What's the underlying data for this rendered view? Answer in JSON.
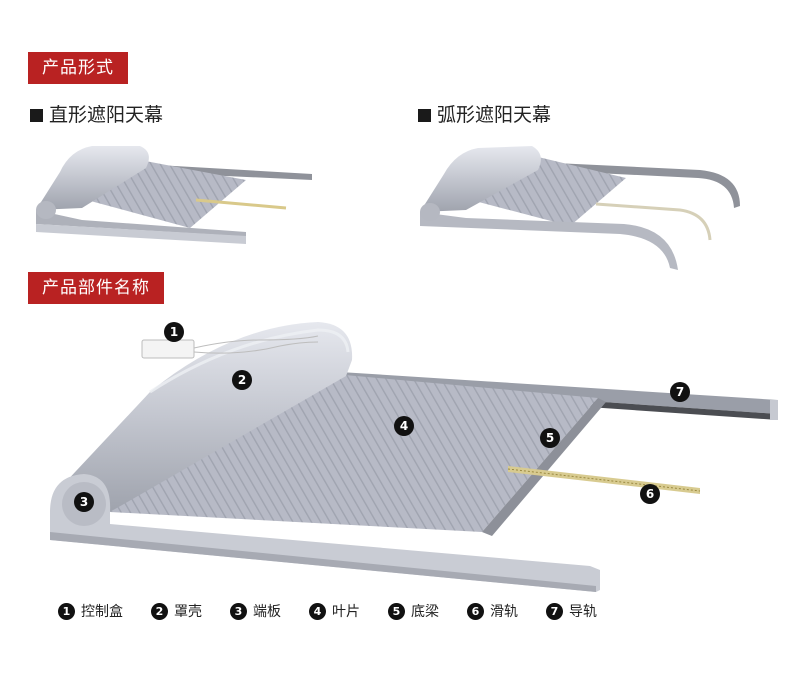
{
  "sections": {
    "forms_title": "产品形式",
    "parts_title": "产品部件名称"
  },
  "forms": {
    "straight": "直形遮阳天幕",
    "curved": "弧形遮阳天幕"
  },
  "parts": [
    {
      "num": "1",
      "label": "控制盒"
    },
    {
      "num": "2",
      "label": "罩壳"
    },
    {
      "num": "3",
      "label": "端板"
    },
    {
      "num": "4",
      "label": "叶片"
    },
    {
      "num": "5",
      "label": "底梁"
    },
    {
      "num": "6",
      "label": "滑轨"
    },
    {
      "num": "7",
      "label": "导轨"
    }
  ],
  "colors": {
    "accent": "#b92222",
    "metal": "#c9ccd4",
    "blade": "#b9bcc8"
  }
}
